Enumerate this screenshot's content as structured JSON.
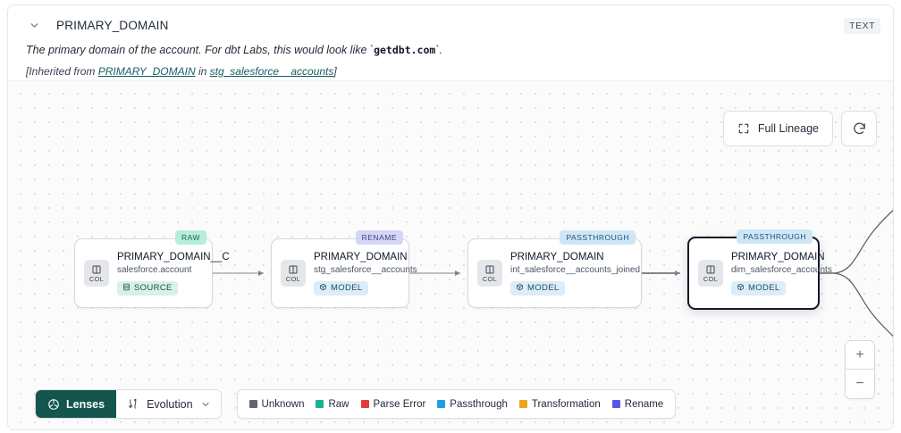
{
  "header": {
    "collapse_icon": "chevron-down-icon",
    "title": "PRIMARY_DOMAIN",
    "type_badge": "TEXT",
    "description_prefix": "The primary domain of the account. For dbt Labs, this would look like `",
    "description_code": "getdbt.com",
    "description_suffix": "`.",
    "inherited_prefix": "[Inherited from ",
    "inherited_column": "PRIMARY_DOMAIN",
    "inherited_mid": " in ",
    "inherited_model": "stg_salesforce__accounts",
    "inherited_suffix": "]"
  },
  "canvas": {
    "full_lineage_label": "Full Lineage",
    "full_lineage_icon": "expand-icon",
    "refresh_icon": "refresh-icon",
    "zoom_in_label": "+",
    "zoom_out_label": "−"
  },
  "nodes": [
    {
      "tag": "RAW",
      "tag_class": "raw",
      "column": "PRIMARY_DOMAIN__C",
      "dataset": "salesforce.account",
      "kind": "SOURCE",
      "kind_class": "source",
      "kind_icon": "database-icon",
      "col_label": "COL",
      "col_icon": "columns-icon",
      "selected": false
    },
    {
      "tag": "RENAME",
      "tag_class": "rename",
      "column": "PRIMARY_DOMAIN",
      "dataset": "stg_salesforce__accounts",
      "kind": "MODEL",
      "kind_class": "model",
      "kind_icon": "cube-icon",
      "col_label": "COL",
      "col_icon": "columns-icon",
      "selected": false
    },
    {
      "tag": "PASSTHROUGH",
      "tag_class": "passthrough",
      "column": "PRIMARY_DOMAIN",
      "dataset": "int_salesforce__accounts_joined",
      "kind": "MODEL",
      "kind_class": "model",
      "kind_icon": "cube-icon",
      "col_label": "COL",
      "col_icon": "columns-icon",
      "selected": false
    },
    {
      "tag": "PASSTHROUGH",
      "tag_class": "passthrough",
      "column": "PRIMARY_DOMAIN",
      "dataset": "dim_salesforce_accounts",
      "kind": "MODEL",
      "kind_class": "model",
      "kind_icon": "cube-icon",
      "col_label": "COL",
      "col_icon": "columns-icon",
      "selected": true
    }
  ],
  "toolbar": {
    "lenses_label": "Lenses",
    "lenses_icon": "aperture-icon",
    "evolution_label": "Evolution",
    "evolution_icon": "evolution-icon",
    "evolution_caret_icon": "chevron-down-icon"
  },
  "legend": {
    "items": [
      {
        "label": "Unknown",
        "color": "#5f666e"
      },
      {
        "label": "Raw",
        "color": "#18b394"
      },
      {
        "label": "Parse Error",
        "color": "#e03c3c"
      },
      {
        "label": "Passthrough",
        "color": "#1f9fe0"
      },
      {
        "label": "Transformation",
        "color": "#f0a41b"
      },
      {
        "label": "Rename",
        "color": "#5b54e8"
      }
    ]
  }
}
